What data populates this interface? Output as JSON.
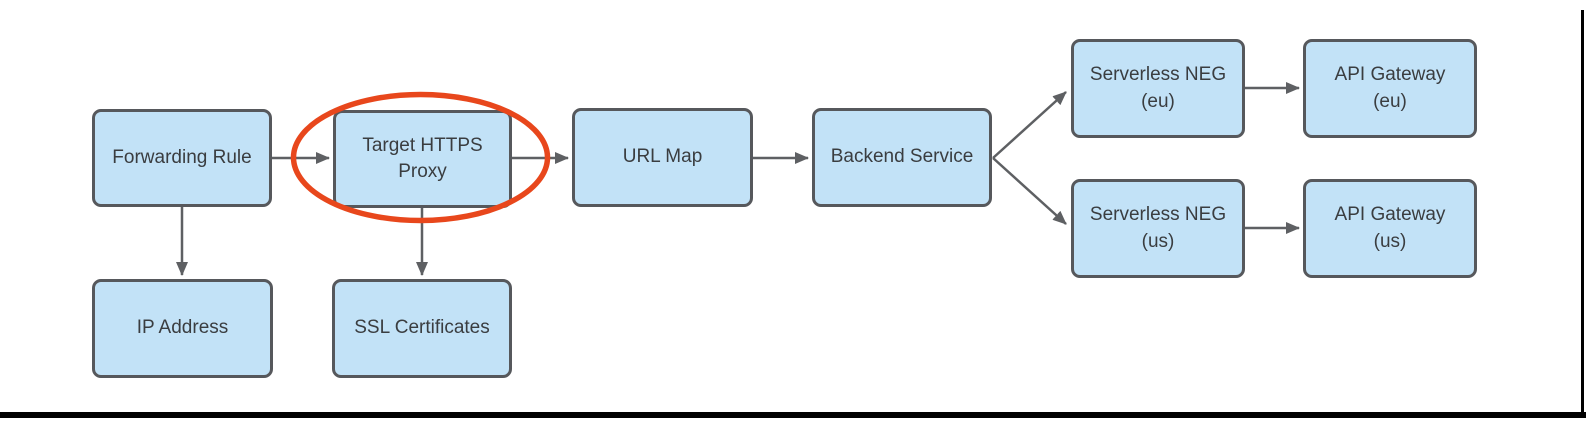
{
  "diagram": {
    "nodes": {
      "forwarding_rule": {
        "label": "Forwarding Rule"
      },
      "target_https_proxy": {
        "label": "Target HTTPS\nProxy"
      },
      "url_map": {
        "label": "URL Map"
      },
      "backend_service": {
        "label": "Backend Service"
      },
      "serverless_neg_eu": {
        "label": "Serverless NEG\n(eu)"
      },
      "api_gateway_eu": {
        "label": "API Gateway\n(eu)"
      },
      "serverless_neg_us": {
        "label": "Serverless NEG\n(us)"
      },
      "api_gateway_us": {
        "label": "API Gateway\n(us)"
      },
      "ip_address": {
        "label": "IP Address"
      },
      "ssl_certificates": {
        "label": "SSL Certificates"
      }
    },
    "edges": [
      {
        "from": "forwarding_rule",
        "to": "target_https_proxy"
      },
      {
        "from": "target_https_proxy",
        "to": "url_map"
      },
      {
        "from": "url_map",
        "to": "backend_service"
      },
      {
        "from": "backend_service",
        "to": "serverless_neg_eu"
      },
      {
        "from": "backend_service",
        "to": "serverless_neg_us"
      },
      {
        "from": "serverless_neg_eu",
        "to": "api_gateway_eu"
      },
      {
        "from": "serverless_neg_us",
        "to": "api_gateway_us"
      },
      {
        "from": "forwarding_rule",
        "to": "ip_address"
      },
      {
        "from": "target_https_proxy",
        "to": "ssl_certificates"
      }
    ],
    "highlight": {
      "shape": "ellipse",
      "around": "target_https_proxy",
      "color": "#e8471c"
    },
    "colors": {
      "node_fill": "#c2e2f7",
      "node_border": "#56585c",
      "arrow": "#5e6063",
      "highlight": "#e8471c",
      "page_border": "#000000"
    }
  }
}
